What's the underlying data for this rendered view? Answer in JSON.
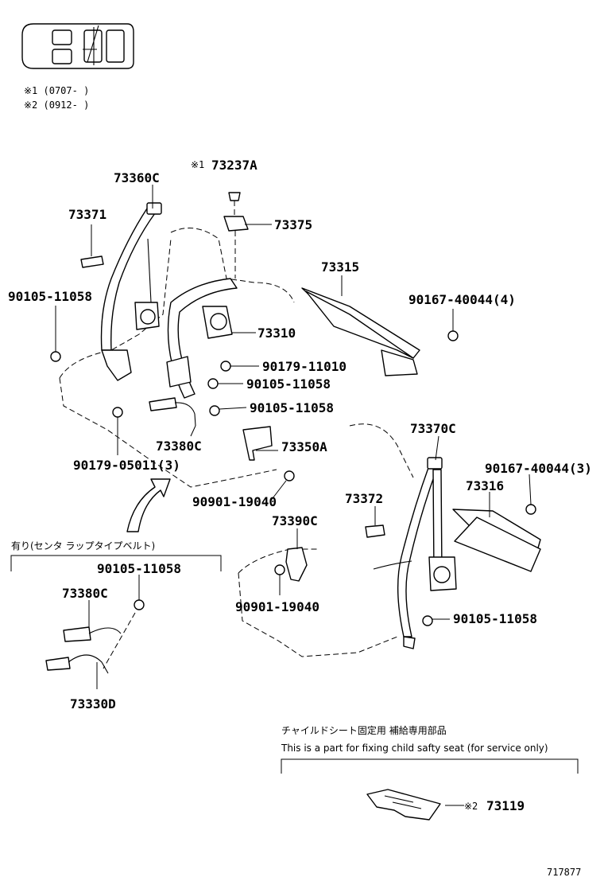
{
  "notes": {
    "note1": "※1 (0707-     )",
    "note2": "※2 (0912-     )"
  },
  "labels": {
    "p73237A": "73237A",
    "p73237A_mark": "※1",
    "p73360C": "73360C",
    "p73371": "73371",
    "p73375": "73375",
    "p73315": "73315",
    "p90167_40044_4": "90167-40044(4)",
    "p90105_11058_a": "90105-11058",
    "p73310": "73310",
    "p90179_11010": "90179-11010",
    "p90105_11058_b": "90105-11058",
    "p90105_11058_c": "90105-11058",
    "p73380C_a": "73380C",
    "p73350A": "73350A",
    "p90179_05011_3": "90179-05011(3)",
    "p90901_19040_a": "90901-19040",
    "p73370C": "73370C",
    "p90167_40044_3": "90167-40044(3)",
    "p73316": "73316",
    "p73372": "73372",
    "p73390C": "73390C",
    "p90901_19040_b": "90901-19040",
    "p90105_11058_d": "90105-11058",
    "p90105_11058_e": "90105-11058",
    "p73380C_b": "73380C",
    "p73330D": "73330D",
    "p73119": "73119",
    "p73119_mark": "※2"
  },
  "sections": {
    "center_lap_jp": "有り(センタ ラップタイプベルト)",
    "child_seat_jp": "チャイルドシート固定用 補給専用部品",
    "child_seat_en": "This is a part for fixing child safty seat (for service only)"
  },
  "figure_code": "717877"
}
